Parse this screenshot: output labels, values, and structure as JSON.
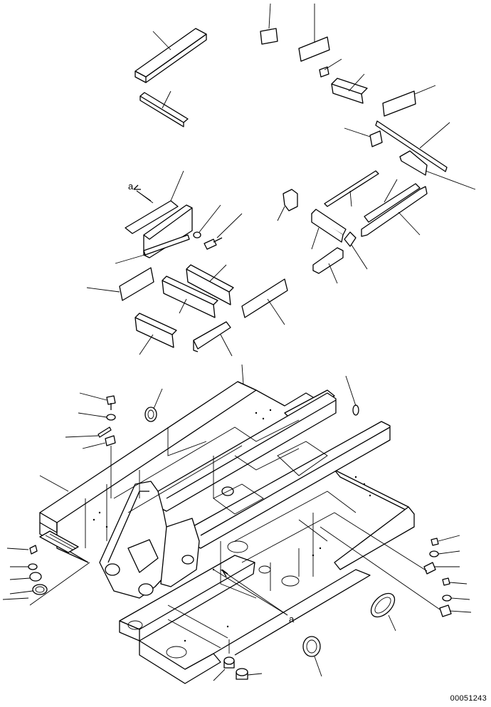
{
  "diagram": {
    "callout_a_upper": "a",
    "callout_a_lower": "a",
    "document_number": "00051243"
  }
}
